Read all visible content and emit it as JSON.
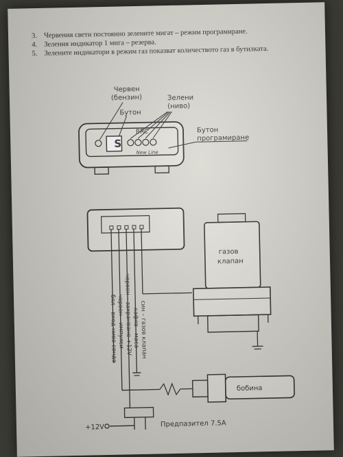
{
  "instructions": [
    {
      "num": "3.",
      "text": "Червения свети постоянно зелените мигат – режим програмиране."
    },
    {
      "num": "4.",
      "text": "Зеления индикатор 1 мига – резерва."
    },
    {
      "num": "5.",
      "text": "Зелените индикатори в режим газ показват количеството газ в бутилката."
    }
  ],
  "panel": {
    "label_red": [
      "Червен",
      "(бензин)"
    ],
    "label_green": [
      "Зелени",
      "(ниво)"
    ],
    "label_button": "Бутон",
    "label_prog_button": [
      "Бутон",
      "програмиране"
    ],
    "brand": "BRC",
    "button_letter": "S",
    "model": "New Line"
  },
  "wiring": {
    "wires": [
      "бял – вход ниво сонда",
      "червен – импулси",
      "червен – захранване +12V",
      "кафяв – маса",
      "син – газов клапан"
    ],
    "gas_valve": [
      "газов",
      "клапан"
    ],
    "coil": "бобина",
    "supply": "+12V",
    "fuse": "Предпазител 7.5A"
  }
}
